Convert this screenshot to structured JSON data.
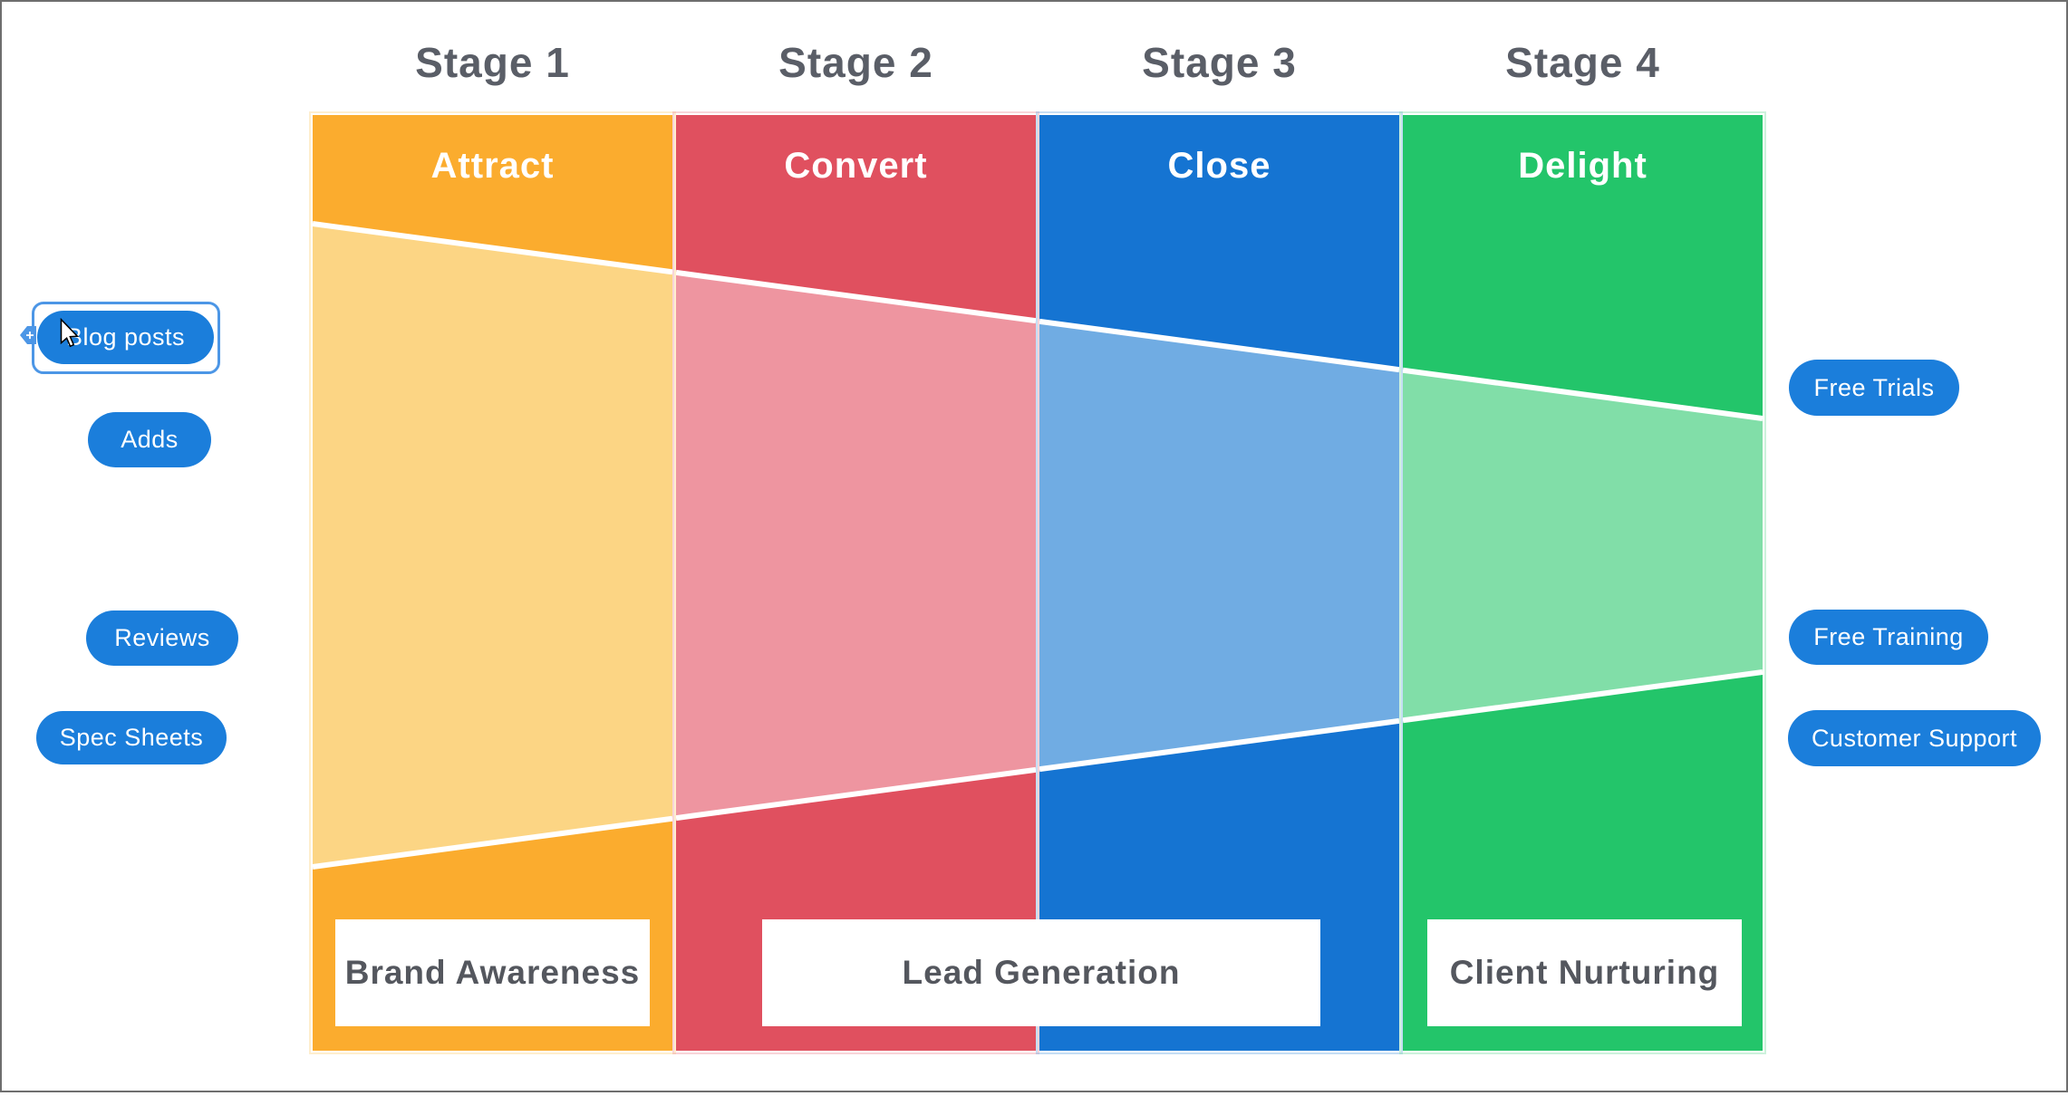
{
  "stages": [
    {
      "stage": "Stage 1",
      "header": "Attract",
      "dark": "#FBAC2E",
      "light": "#FCD584"
    },
    {
      "stage": "Stage 2",
      "header": "Convert",
      "dark": "#E0505F",
      "light": "#EE95A0"
    },
    {
      "stage": "Stage 3",
      "header": "Close",
      "dark": "#1574D2",
      "light": "#70ACE3"
    },
    {
      "stage": "Stage 4",
      "header": "Delight",
      "dark": "#23C56A",
      "light": "#81DEA8"
    }
  ],
  "bottom_labels": [
    {
      "label": "Brand Awareness"
    },
    {
      "label": "Lead Generation"
    },
    {
      "label": "Client Nurturing"
    }
  ],
  "left_pills": [
    {
      "label": "Blog posts",
      "selected": true
    },
    {
      "label": "Adds"
    },
    {
      "label": "Reviews"
    },
    {
      "label": "Spec Sheets"
    }
  ],
  "right_pills": [
    {
      "label": "Free Trials"
    },
    {
      "label": "Free Training"
    },
    {
      "label": "Customer Support"
    }
  ],
  "selection": {
    "plus_glyph": "+"
  },
  "colors": {
    "pill": "#1B7EDB",
    "selection": "#4C96E6",
    "stage_text": "#5A5E67",
    "label_text": "#54575E",
    "header_text": "#FFFFFF",
    "separator": "#FFFFFF"
  }
}
